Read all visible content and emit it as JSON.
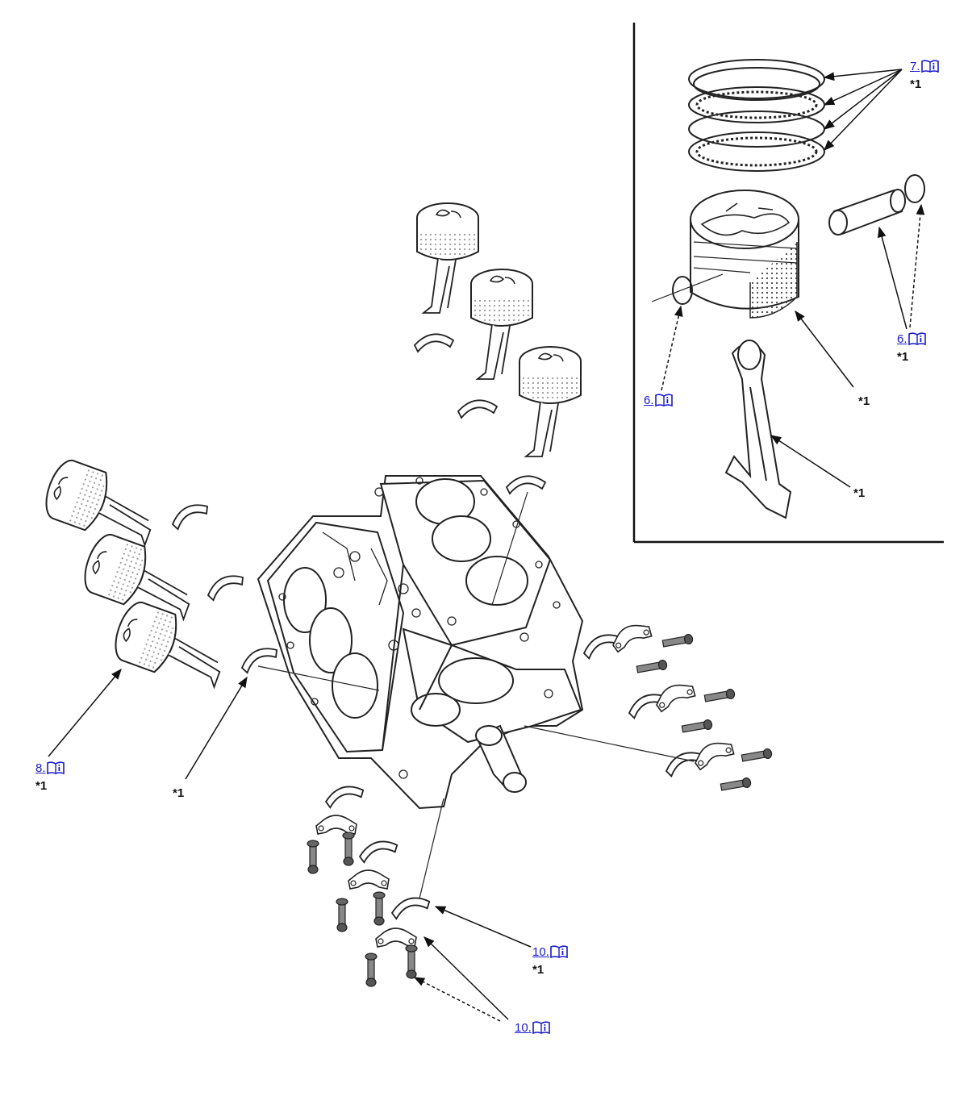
{
  "callouts": [
    {
      "id": "c7",
      "ref": "7.",
      "note": "*1"
    },
    {
      "id": "c6r",
      "ref": "6.",
      "note": "*1"
    },
    {
      "id": "c6l",
      "ref": "6.",
      "note": ""
    },
    {
      "id": "s1",
      "ref": "",
      "note": "*1"
    },
    {
      "id": "s2",
      "ref": "",
      "note": "*1"
    },
    {
      "id": "c8",
      "ref": "8.",
      "note": "*1"
    },
    {
      "id": "s3",
      "ref": "",
      "note": "*1"
    },
    {
      "id": "c10a",
      "ref": "10.",
      "note": "*1"
    },
    {
      "id": "c10b",
      "ref": "10.",
      "note": ""
    }
  ],
  "icons": {
    "reference": "book-info-icon"
  },
  "colors": {
    "link": "#1a1acc",
    "line": "#1a1a1a",
    "note": "#111111"
  }
}
